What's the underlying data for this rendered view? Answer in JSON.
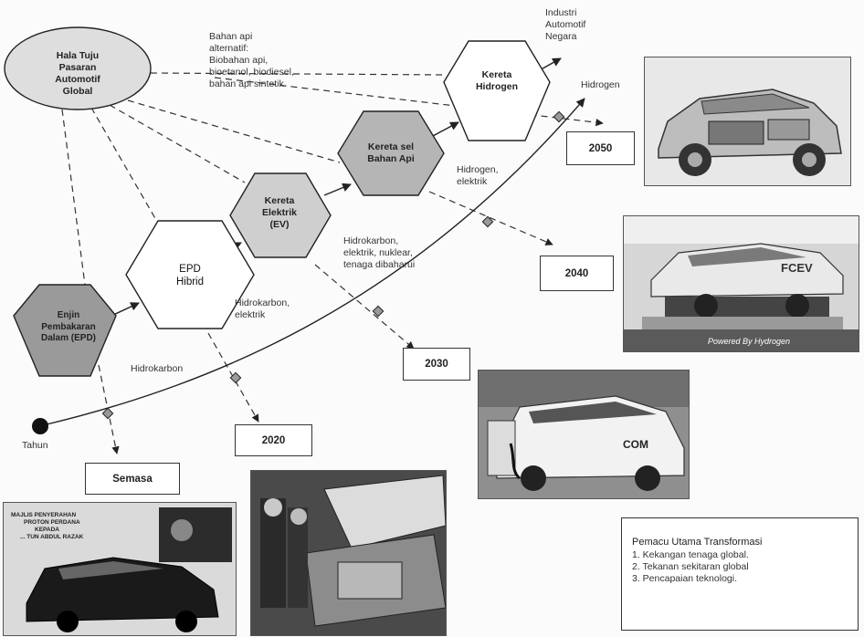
{
  "market": {
    "line1": "Hala Tuju",
    "line2": "Pasaran",
    "line3": "Automotif",
    "line4": "Global"
  },
  "fuel_note": {
    "line1": "Bahan api",
    "line2": "alternatif:",
    "line3": "Biobahan api,",
    "line4": "bioetanol, biodiesel,",
    "line5": "bahan api sintetik"
  },
  "industry": {
    "line1": "Industri",
    "line2": "Automotif",
    "line3": "Negara"
  },
  "nodes": {
    "epd": {
      "line1": "Enjin",
      "line2": "Pembakaran",
      "line3": "Dalam (EPD)"
    },
    "hybrid": {
      "line1": "EPD",
      "line2": "Hibrid"
    },
    "ev": {
      "line1": "Kereta",
      "line2": "Elektrik",
      "line3": "(EV)"
    },
    "fuelcell": {
      "line1": "Kereta sel",
      "line2": "Bahan Api"
    },
    "hydrogen": {
      "line1": "Kereta",
      "line2": "Hidrogen"
    }
  },
  "energy_labels": {
    "epd": "Hidrokarbon",
    "hybrid_line1": "Hidrokarbon,",
    "hybrid_line2": "elektrik",
    "ev_line1": "Hidrokarbon,",
    "ev_line2": "elektrik, nuklear,",
    "ev_line3": "tenaga dibaharui",
    "fuelcell_line1": "Hidrogen,",
    "fuelcell_line2": "elektrik",
    "hydrogen": "Hidrogen"
  },
  "timeline": {
    "axis_label": "Tahun",
    "years": [
      "Semasa",
      "2020",
      "2030",
      "2040",
      "2050"
    ]
  },
  "photo_texts": {
    "proton_line1": "MAJLIS PENYERAHAN",
    "proton_line2": "PROTON PERDANA",
    "proton_line3": "KEPADA",
    "proton_line4": "... TUN ABDUL RAZAK",
    "fcev_badge": "FCEV",
    "fcev_caption": "Powered By Hydrogen",
    "ev_badge": "COM"
  },
  "legend": {
    "title": "Pemacu Utama Transformasi",
    "items": [
      "1. Kekangan tenaga global.",
      "2. Tekanan sekitaran global",
      "3. Pencapaian teknologi."
    ]
  },
  "colors": {
    "epd_fill": "#9a9a9a",
    "fuelcell_fill": "#b5b5b5",
    "ev_fill": "#cfcfcf",
    "hex_fill": "#ffffff",
    "market_fill": "#dedede",
    "line": "#222222"
  }
}
